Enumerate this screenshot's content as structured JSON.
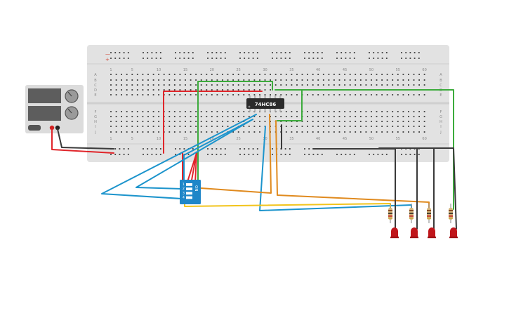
{
  "canvas": {
    "background": "#ffffff"
  },
  "breadboard": {
    "body_color": "#e2e2e2",
    "hole_color": "#3a3a3a",
    "rail_plus_color": "#d24a3a",
    "rail_minus_color": "#3a3a3a",
    "column_numbers_top": [
      "1",
      "5",
      "10",
      "15",
      "20",
      "25",
      "30",
      "35",
      "40",
      "45",
      "50",
      "55",
      "60"
    ],
    "column_numbers_bottom": [
      "1",
      "5",
      "10",
      "15",
      "20",
      "25",
      "30",
      "35",
      "40",
      "45",
      "50",
      "55",
      "60"
    ],
    "row_letters_top": [
      "A",
      "B",
      "C",
      "D",
      "E"
    ],
    "row_letters_bottom": [
      "F",
      "G",
      "H",
      "I",
      "J"
    ]
  },
  "ic": {
    "label": "74HC86",
    "body_color": "#2b2b2b",
    "text_color": "#ffffff"
  },
  "power_supply": {
    "body_color": "#dcdcdc",
    "display_color": "#5d5d5d",
    "knob_color": "#9a9a9a"
  },
  "dip_switch": {
    "label": "ON",
    "position_labels": [
      "1",
      "2",
      "3",
      "4"
    ],
    "body_color": "#1f86c8"
  },
  "leds": {
    "count": 4,
    "color": "#c0161b"
  },
  "resistors": {
    "count": 4,
    "body_color": "#d4b47a"
  },
  "wire_colors": {
    "red": "#e0252a",
    "black": "#3a3a3a",
    "green": "#3cab3c",
    "blue": "#1c94cc",
    "orange": "#e08a1e",
    "yellow": "#f2c41c"
  }
}
